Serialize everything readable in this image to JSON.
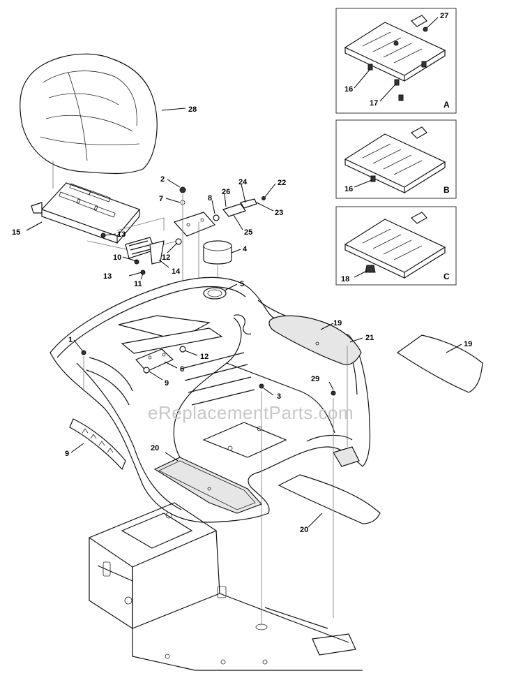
{
  "watermark": "eReplacementParts.com",
  "callouts": [
    "1",
    "2",
    "3",
    "4",
    "5",
    "6",
    "7",
    "8",
    "9",
    "9",
    "10",
    "11",
    "12",
    "12",
    "13",
    "13",
    "14",
    "15",
    "16",
    "16",
    "17",
    "18",
    "19",
    "19",
    "20",
    "20",
    "21",
    "22",
    "23",
    "24",
    "25",
    "26",
    "27",
    "28",
    "29"
  ],
  "insets": [
    {
      "letter": "A",
      "callouts": [
        "27",
        "16",
        "17"
      ]
    },
    {
      "letter": "B",
      "callouts": [
        "16"
      ]
    },
    {
      "letter": "C",
      "callouts": [
        "18"
      ]
    }
  ]
}
